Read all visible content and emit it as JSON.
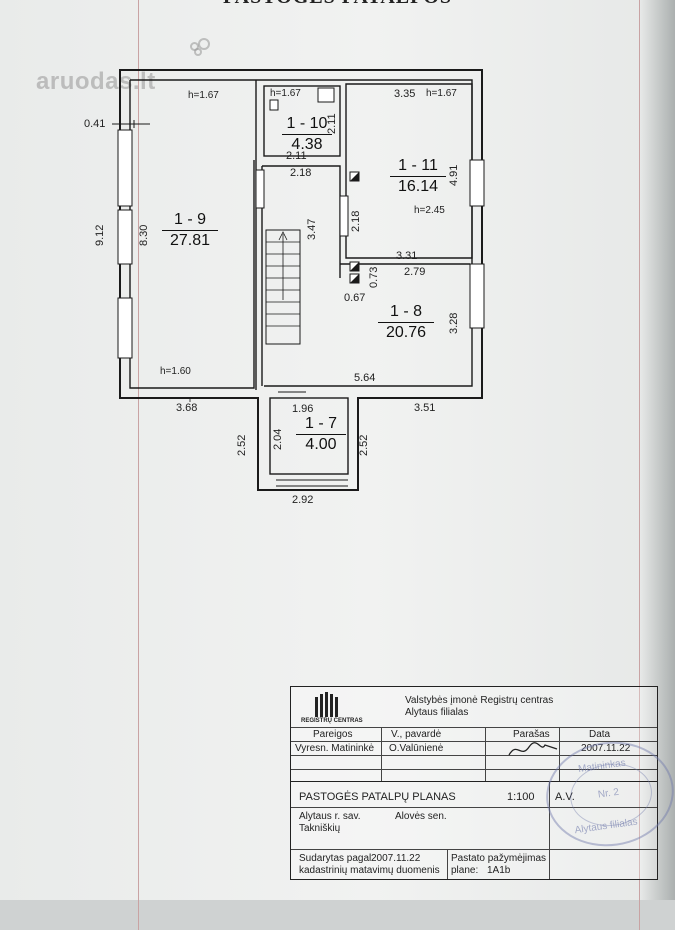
{
  "header": {
    "title": "PASTOGĖS PATALPOS"
  },
  "watermark": {
    "text": "aruodas.lt"
  },
  "rooms": [
    {
      "no": "1 - 9",
      "area": "27.81"
    },
    {
      "no": "1 - 10",
      "area": "4.38"
    },
    {
      "no": "1 - 11",
      "area": "16.14"
    },
    {
      "no": "1 - 8",
      "area": "20.76"
    },
    {
      "no": "1 - 7",
      "area": "4.00"
    }
  ],
  "heights": {
    "r9_top": "h=1.67",
    "r9_bottom": "h=1.60",
    "r10": "h=1.67",
    "r11_top": "h=1.67",
    "r11_mid": "h=2.45"
  },
  "dimensions": {
    "d041": "0.41",
    "d912": "9.12",
    "d830": "8.30",
    "d335": "3.35",
    "d211a": "2.11",
    "d211b": "2.11",
    "d218a": "2.18",
    "d491": "4.91",
    "d347": "3.47",
    "d218b": "2.18",
    "d331": "3.31",
    "d073": "0.73",
    "d279": "2.79",
    "d067": "0.67",
    "d328": "3.28",
    "d564": "5.64",
    "d368": "3.68",
    "d351": "3.51",
    "d196": "1.96",
    "d252a": "2.52",
    "d204": "2.04",
    "d252b": "2.52",
    "d292": "2.92"
  },
  "stamp": {
    "org_line1": "Valstybės įmonė Registrų centras",
    "org_line2": "Alytaus filialas",
    "logo_text": "REGISTRŲ CENTRAS",
    "col_pareigos": "Pareigos",
    "col_vp": "V., pavardė",
    "col_parasas": "Parašas",
    "col_data": "Data",
    "role": "Vyresn. Matininkė",
    "person": "O.Valūnienė",
    "date": "2007.11.22",
    "plan_title": "PASTOGĖS PATALPŲ PLANAS",
    "scale": "1:100",
    "av": "A.V.",
    "loc1": "Alytaus r. sav.",
    "loc2": "Alovės sen.",
    "loc3": "Takniškių",
    "compiled_label": "Sudarytas pagal",
    "compiled_date": "2007.11.22",
    "compiled_src": "kadastrinių matavimų duomenis",
    "mark_label1": "Pastato pažymėjimas",
    "mark_label2": "plane:",
    "mark_value": "1A1b",
    "seal_text1": "Matininkas",
    "seal_text2": "Nr. 2",
    "seal_text3": "Alytaus filialas"
  }
}
